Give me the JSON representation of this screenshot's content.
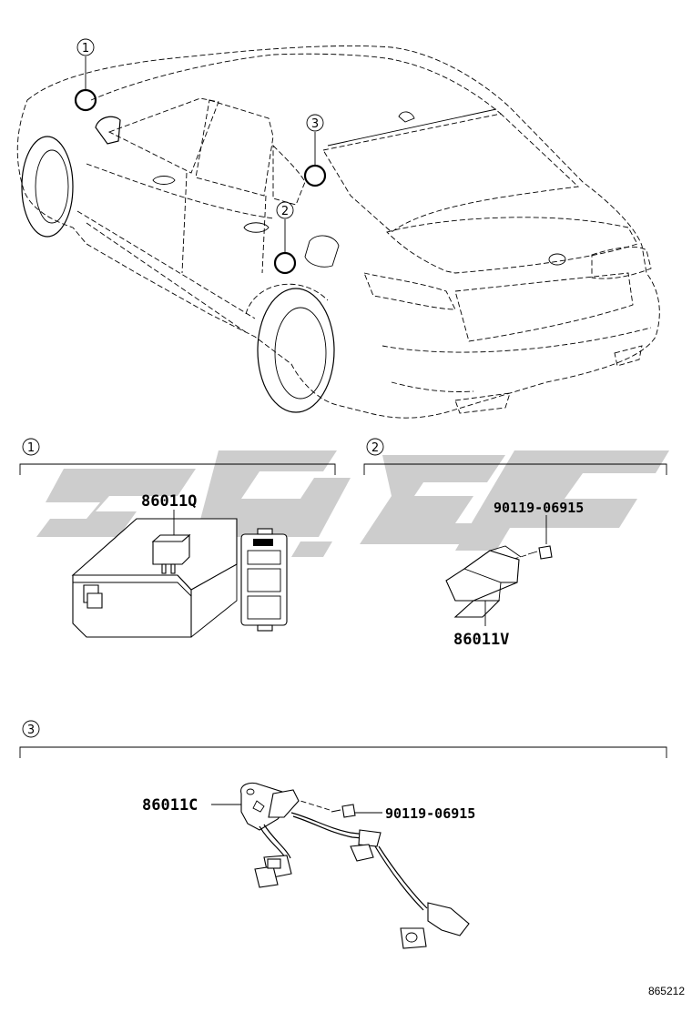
{
  "callouts": {
    "c1": "1",
    "c2": "2",
    "c3": "3"
  },
  "sections": [
    {
      "number": "1"
    },
    {
      "number": "2"
    },
    {
      "number": "3"
    }
  ],
  "parts": {
    "p86011Q": "86011Q",
    "p86011V": "86011V",
    "p86011C": "86011C",
    "bolt_a": "90119-06915",
    "bolt_b": "90119-06915"
  },
  "watermark_text": "SGS",
  "watermark_color": "#c8c8c8",
  "figure_id": "865212"
}
